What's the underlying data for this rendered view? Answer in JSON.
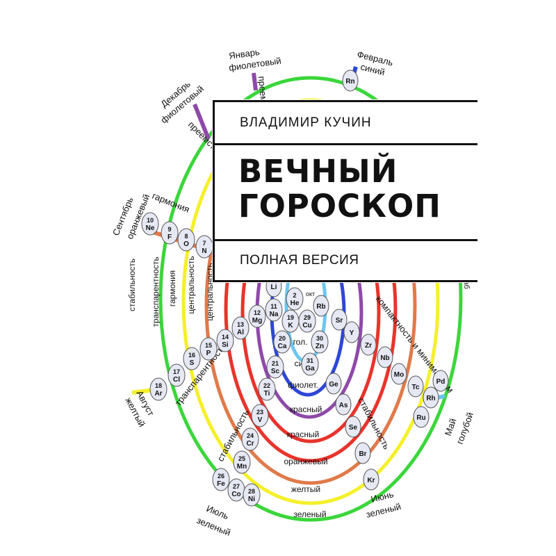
{
  "book": {
    "author": "ВЛАДИМИР КУЧИН",
    "title_line1": "ВЕЧНЫЙ",
    "title_line2": "ГОРОСКОП",
    "subtitle": "ПОЛНАЯ ВЕРСИЯ"
  },
  "months": [
    {
      "name": "Январь",
      "color_name": "фиолетовый"
    },
    {
      "name": "Февраль",
      "color_name": "синий"
    },
    {
      "name": "Декабрь",
      "color_name": "фиолетовый"
    },
    {
      "name": "Сентябрь",
      "color_name": "оранжевый"
    },
    {
      "name": "Август",
      "color_name": "желтый"
    },
    {
      "name": "Июль",
      "color_name": "зеленый"
    },
    {
      "name": "Июнь",
      "color_name": "зеленый"
    },
    {
      "name": "Май",
      "color_name": "голубой"
    }
  ],
  "ring_labels": [
    "гол.",
    "синий",
    "фиолет.",
    "красный",
    "красный",
    "оранжевый",
    "желтый",
    "зеленый"
  ],
  "oct_label": "окт",
  "side_labels": [
    "стабильность",
    "транспарентность",
    "гармония",
    "центральность",
    "центральность"
  ],
  "diagonal_labels": [
    "транспарентность",
    "стабильность",
    "стабильность",
    "компактность и минимализм",
    "гармония",
    "преемст",
    "преемственность и",
    "стаб"
  ],
  "left_elements": [
    {
      "num": "10",
      "sym": "Ne"
    },
    {
      "num": "9",
      "sym": "F"
    },
    {
      "num": "8",
      "sym": "O"
    },
    {
      "num": "7",
      "sym": "N"
    },
    {
      "num": "12",
      "sym": "Mg"
    },
    {
      "num": "11",
      "sym": "Na"
    },
    {
      "num": "13",
      "sym": "Al"
    },
    {
      "num": "14",
      "sym": "Si"
    },
    {
      "num": "15",
      "sym": "P"
    },
    {
      "num": "16",
      "sym": "S"
    },
    {
      "num": "17",
      "sym": "Cl"
    },
    {
      "num": "18",
      "sym": "Ar"
    },
    {
      "num": "19",
      "sym": "K"
    },
    {
      "num": "20",
      "sym": "Ca"
    },
    {
      "num": "21",
      "sym": "Sc"
    },
    {
      "num": "22",
      "sym": "Ti"
    },
    {
      "num": "23",
      "sym": "V"
    },
    {
      "num": "24",
      "sym": "Cr"
    },
    {
      "num": "25",
      "sym": "Mn"
    },
    {
      "num": "26",
      "sym": "Fe"
    },
    {
      "num": "27",
      "sym": "Co"
    },
    {
      "num": "28",
      "sym": "Ni"
    },
    {
      "num": "29",
      "sym": "Cu"
    },
    {
      "num": "30",
      "sym": "Zn"
    },
    {
      "num": "31",
      "sym": "Ga"
    },
    {
      "num": "2",
      "sym": "He"
    }
  ],
  "right_elements": [
    "Rn",
    "Rb",
    "Sr",
    "Y",
    "Zr",
    "Nb",
    "Mo",
    "Tc",
    "Ru",
    "Rh",
    "Pd",
    "Ge",
    "As",
    "Se",
    "Br",
    "Kr",
    "Li"
  ]
}
